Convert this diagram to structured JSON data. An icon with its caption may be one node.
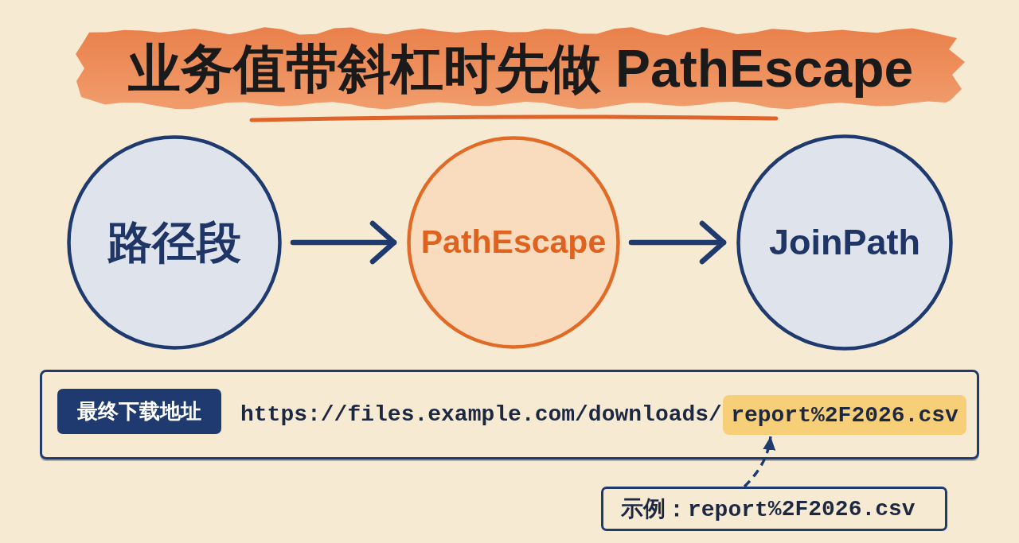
{
  "diagram": {
    "title": "业务值带斜杠时先做 PathEscape",
    "nodes": [
      {
        "text": [
          "路径段"
        ]
      },
      {
        "text": [
          "PathEscape"
        ]
      },
      {
        "text": [
          "JoinPath"
        ]
      },
      {
        "text": [
          "https://files.example.com/downloads/"
        ]
      },
      {
        "text": [
          "最终下载地址"
        ],
        "in": 3
      },
      {
        "text": [
          "report**%2F**2026.csv"
        ],
        "in": 3
      },
      {
        "text": [
          "示例：report**%2F**2026.csv"
        ]
      }
    ],
    "edges": [
      {
        "from": 0,
        "to": 1,
        "arrow": "to"
      },
      {
        "from": 1,
        "to": 2,
        "arrow": "to"
      },
      {
        "from": 6,
        "to": 5,
        "arrow": "to",
        "style": "dashed"
      }
    ]
  }
}
